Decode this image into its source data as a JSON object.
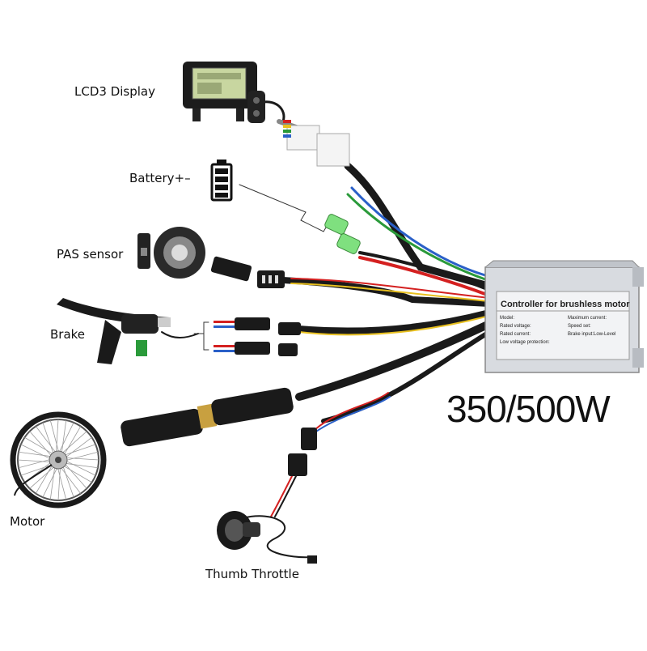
{
  "labels": {
    "lcd": "LCD3 Display",
    "battery": "Battery+–",
    "pas": "PAS sensor",
    "brake": "Brake",
    "motor": "Motor",
    "throttle": "Thumb Throttle"
  },
  "power_rating": "350/500W",
  "controller": {
    "title": "Controller for brushless motor",
    "specs": [
      "Model:",
      "Maximum current:",
      "Rated voltage:",
      "Speed set:",
      "Rated current:",
      "Brake input:Low-Level",
      "Low voltage protection:"
    ]
  },
  "colors": {
    "wire_black": "#1a1a1a",
    "wire_red": "#d42020",
    "wire_yellow": "#e8c020",
    "wire_green": "#2a9a3a",
    "wire_blue": "#2a60c8",
    "connector_green": "#7fe07f",
    "controller_body": "#d8dbe0"
  },
  "icons": [
    "lcd-display-icon",
    "battery-icon",
    "pas-sensor-icon",
    "brake-lever-icon",
    "motor-wheel-icon",
    "thumb-throttle-icon",
    "controller-box-icon"
  ]
}
